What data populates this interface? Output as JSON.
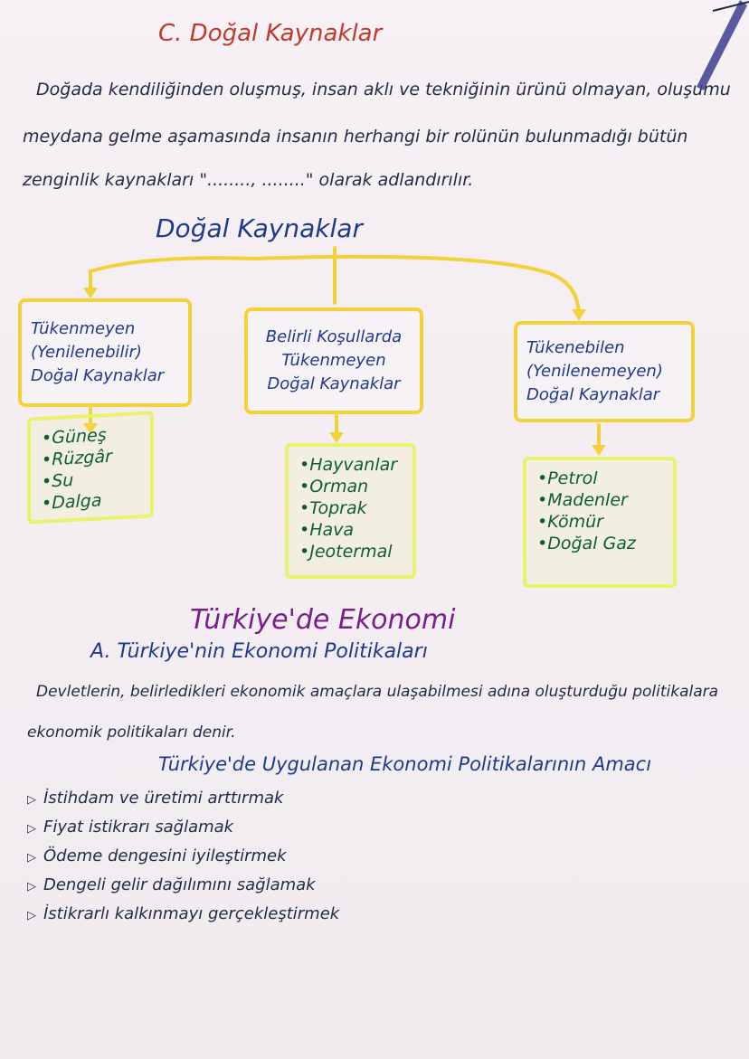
{
  "natural_resources": {
    "section_title": "C. Doğal Kaynaklar",
    "intro_lines": [
      "Doğada kendiliğinden oluşmuş, insan aklı ve tekniğinin ürünü olmayan, oluşumu",
      "meydana gelme aşamasında insanın herhangi bir rolünün bulunmadığı bütün",
      "zenginlik kaynakları \"........, ........\" olarak adlandırılır."
    ],
    "diagram_title": "Doğal Kaynaklar",
    "boxes": {
      "renewable": {
        "lines": [
          "Tükenmeyen",
          "(Yenilenebilir)",
          "Doğal Kaynaklar"
        ]
      },
      "conditional": {
        "lines": [
          "Belirli Koşullarda",
          "Tükenmeyen",
          "Doğal Kaynaklar"
        ]
      },
      "nonrenewable": {
        "lines": [
          "Tükenebilen",
          "(Yenilenemeyen)",
          "Doğal Kaynaklar"
        ]
      }
    },
    "lists": {
      "renewable": [
        "Güneş",
        "Rüzgâr",
        "Su",
        "Dalga"
      ],
      "conditional": [
        "Hayvanlar",
        "Orman",
        "Toprak",
        "Hava",
        "Jeotermal"
      ],
      "nonrenewable": [
        "Petrol",
        "Madenler",
        "Kömür",
        "Doğal Gaz"
      ]
    }
  },
  "economy": {
    "title": "Türkiye'de Ekonomi",
    "subtitle": "A. Türkiye'nin Ekonomi Politikaları",
    "definition_lines": [
      "Devletlerin, belirledikleri ekonomik amaçlara ulaşabilmesi adına oluşturduğu politikalara",
      "ekonomik politikaları denir."
    ],
    "goals_title": "Türkiye'de Uygulanan Ekonomi Politikalarının Amacı",
    "goals": [
      "İstihdam ve üretimi arttırmak",
      "Fiyat istikrarı sağlamak",
      "Ödeme dengesini iyileştirmek",
      "Dengeli gelir dağılımını sağlamak",
      "İstikrarlı kalkınmayı gerçekleştirmek"
    ]
  },
  "colors": {
    "title_red": "#c0392b",
    "ink_blue": "#1e3a8a",
    "green_ink": "#0e5e2f",
    "purple_ink": "#7a1e8c",
    "orange_highlight": "#f2d23a",
    "lime_highlight": "#e8f26a"
  }
}
